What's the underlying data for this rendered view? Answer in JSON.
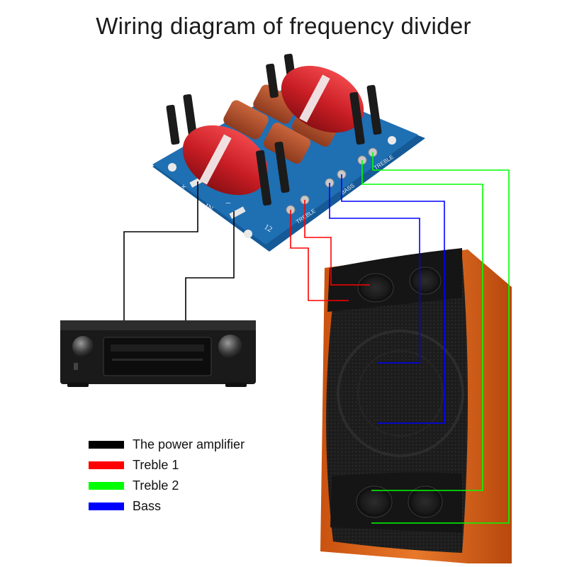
{
  "title": "Wiring diagram of frequency divider",
  "board_labels": {
    "plus": "+",
    "in": "IN",
    "minus": "−",
    "voltage": "12",
    "bass": "BASS",
    "treble_1": "TREBLE",
    "treble_2": "TREBLE"
  },
  "legend": [
    {
      "label": "The power amplifier",
      "color": "#000000"
    },
    {
      "label": "Treble 1",
      "color": "#ff0000"
    },
    {
      "label": "Treble 2",
      "color": "#00ff00"
    },
    {
      "label": "Bass",
      "color": "#0000ff"
    }
  ],
  "colors": {
    "amplifier_wire": "#000000",
    "treble_1_wire": "#ff0000",
    "treble_2_wire": "#00ff00",
    "bass_wire": "#0000ff",
    "pcb": "#1f6fb3",
    "coil": "#d8242a",
    "capacitor": "#b5502d",
    "speaker_wood": "#e06a1c",
    "speaker_front": "#1c1c1c",
    "amplifier_body": "#222222"
  }
}
